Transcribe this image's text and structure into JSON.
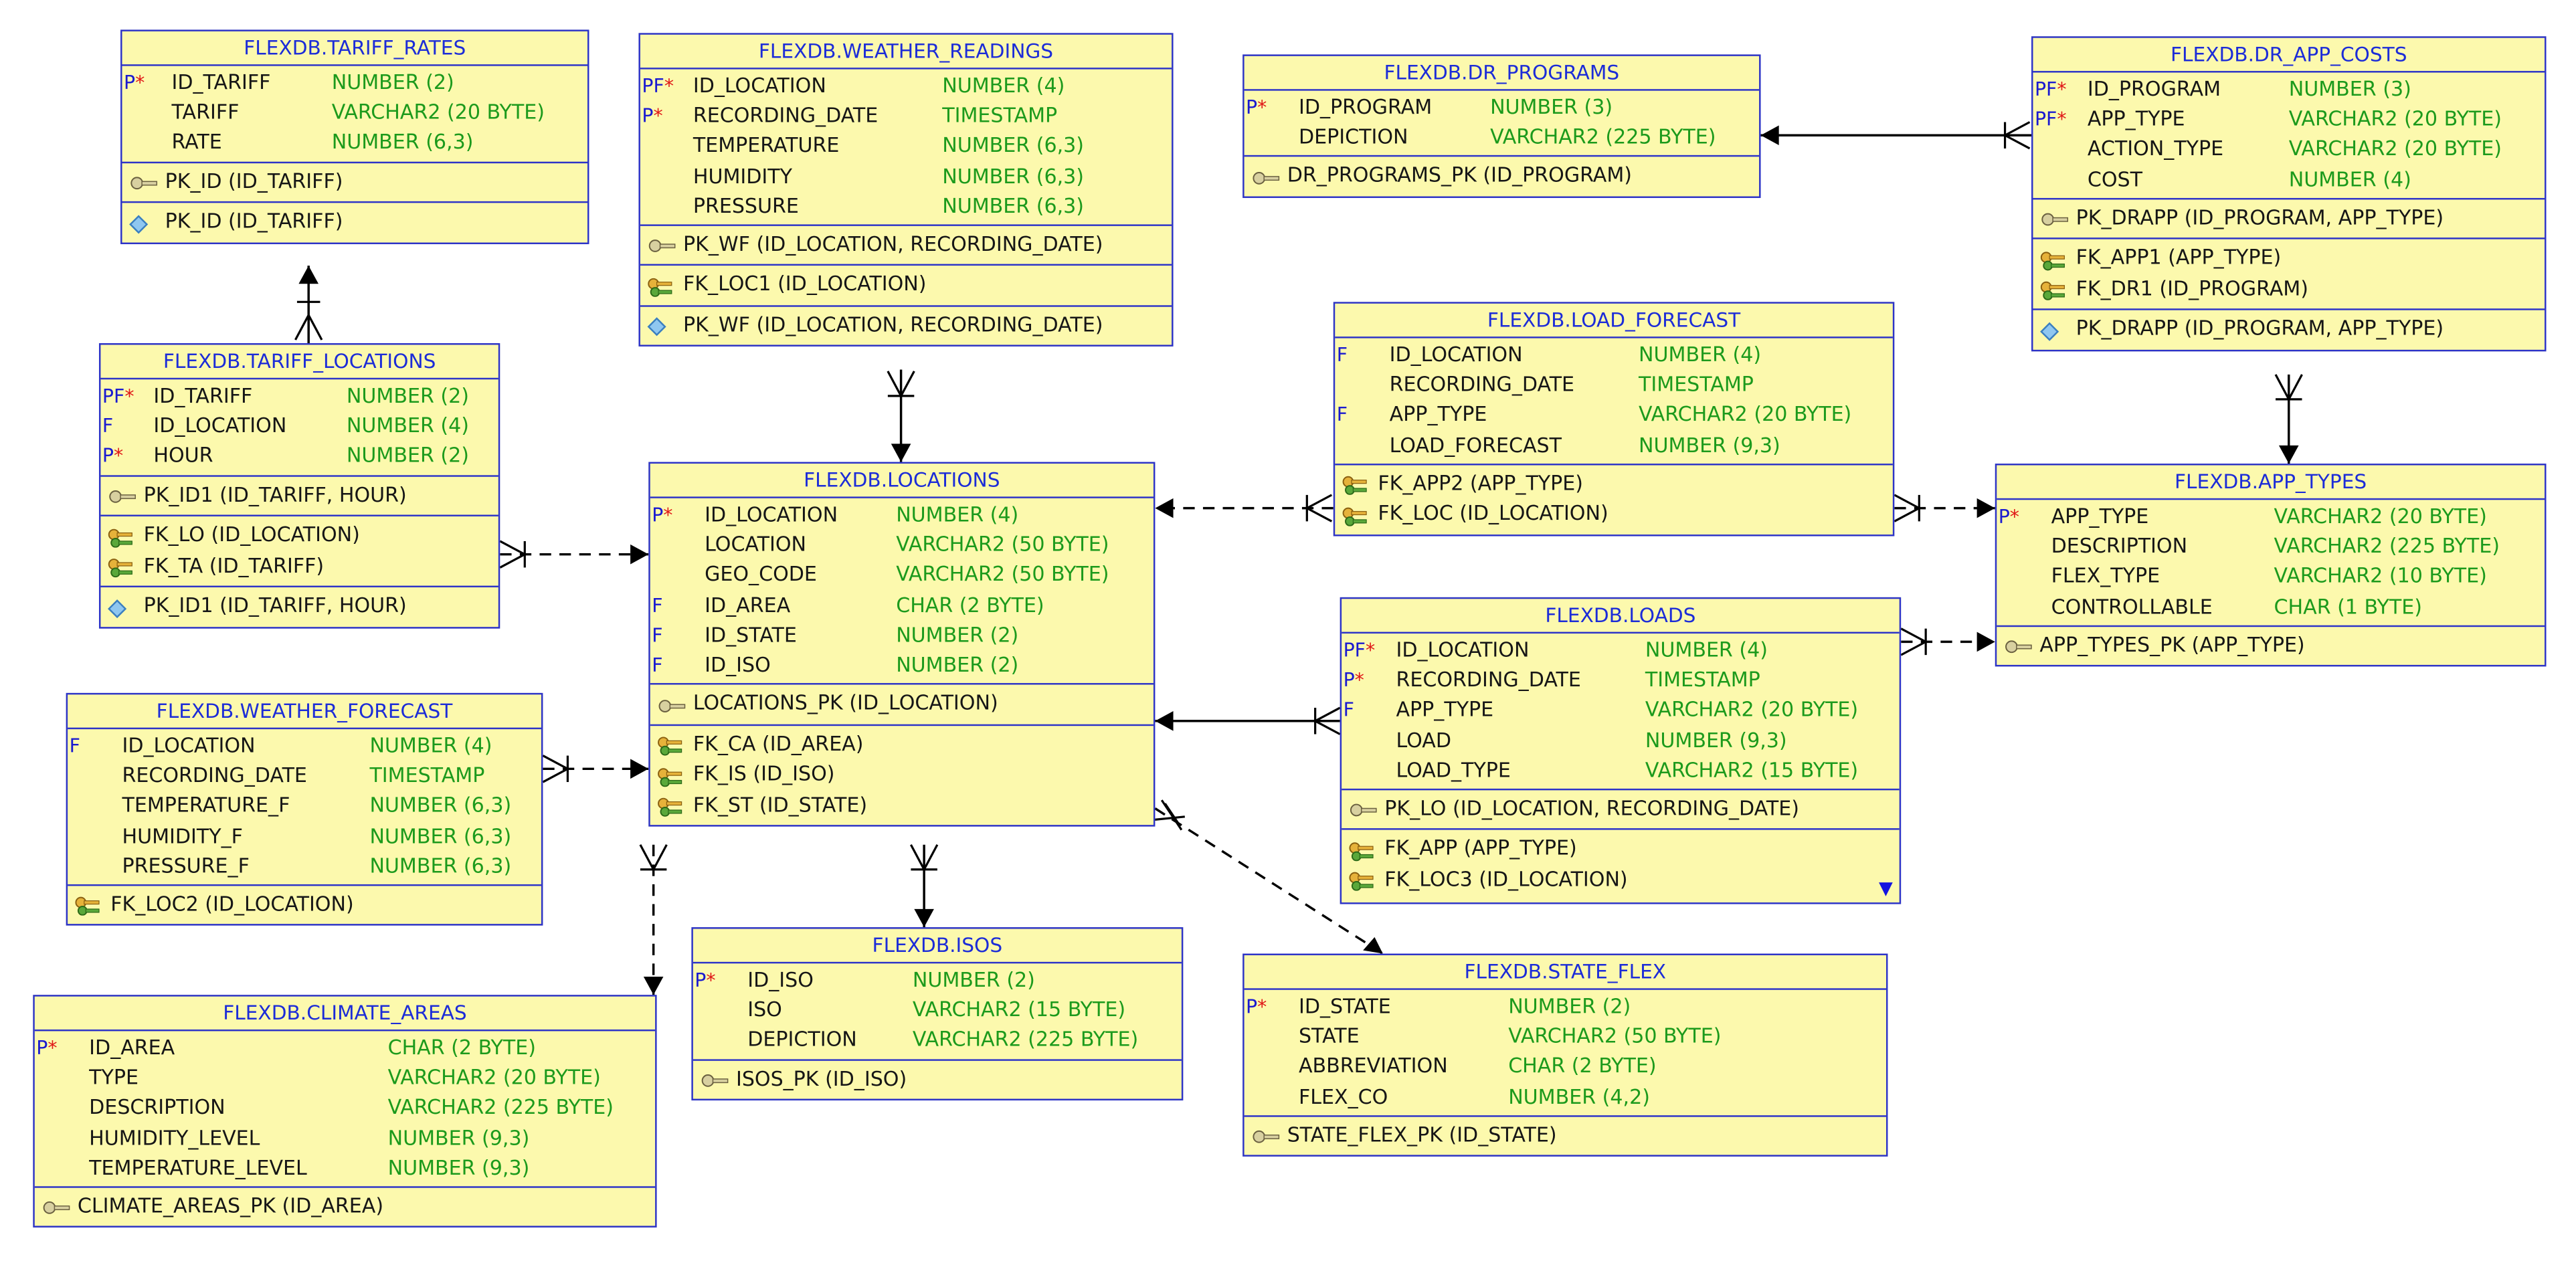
{
  "tables": {
    "tariff_rates": {
      "title": "FLEXDB.TARIFF_RATES",
      "columns": [
        {
          "flag": "P",
          "star": "*",
          "name": "ID_TARIFF",
          "type": "NUMBER (2)"
        },
        {
          "flag": "",
          "star": "",
          "name": "TARIFF",
          "type": "VARCHAR2 (20 BYTE)"
        },
        {
          "flag": "",
          "star": "",
          "name": "RATE",
          "type": "NUMBER (6,3)"
        }
      ],
      "pk": [
        "PK_ID (ID_TARIFF)"
      ],
      "fk": [],
      "idx": [
        "PK_ID (ID_TARIFF)"
      ]
    },
    "weather_readings": {
      "title": "FLEXDB.WEATHER_READINGS",
      "columns": [
        {
          "flag": "PF",
          "star": "*",
          "name": "ID_LOCATION",
          "type": "NUMBER (4)"
        },
        {
          "flag": "P",
          "star": "*",
          "name": "RECORDING_DATE",
          "type": "TIMESTAMP"
        },
        {
          "flag": "",
          "star": "",
          "name": "TEMPERATURE",
          "type": "NUMBER (6,3)"
        },
        {
          "flag": "",
          "star": "",
          "name": "HUMIDITY",
          "type": "NUMBER (6,3)"
        },
        {
          "flag": "",
          "star": "",
          "name": "PRESSURE",
          "type": "NUMBER (6,3)"
        }
      ],
      "pk": [
        "PK_WF (ID_LOCATION, RECORDING_DATE)"
      ],
      "fk": [
        "FK_LOC1 (ID_LOCATION)"
      ],
      "idx": [
        "PK_WF (ID_LOCATION, RECORDING_DATE)"
      ]
    },
    "dr_programs": {
      "title": "FLEXDB.DR_PROGRAMS",
      "columns": [
        {
          "flag": "P",
          "star": "*",
          "name": "ID_PROGRAM",
          "type": "NUMBER (3)"
        },
        {
          "flag": "",
          "star": "",
          "name": "DEPICTION",
          "type": "VARCHAR2 (225 BYTE)"
        }
      ],
      "pk": [
        "DR_PROGRAMS_PK (ID_PROGRAM)"
      ],
      "fk": [],
      "idx": []
    },
    "dr_app_costs": {
      "title": "FLEXDB.DR_APP_COSTS",
      "columns": [
        {
          "flag": "PF",
          "star": "*",
          "name": "ID_PROGRAM",
          "type": "NUMBER (3)"
        },
        {
          "flag": "PF",
          "star": "*",
          "name": "APP_TYPE",
          "type": "VARCHAR2 (20 BYTE)"
        },
        {
          "flag": "",
          "star": "",
          "name": "ACTION_TYPE",
          "type": "VARCHAR2 (20 BYTE)"
        },
        {
          "flag": "",
          "star": "",
          "name": "COST",
          "type": "NUMBER (4)"
        }
      ],
      "pk": [
        "PK_DRAPP (ID_PROGRAM, APP_TYPE)"
      ],
      "fk": [
        "FK_APP1 (APP_TYPE)",
        "FK_DR1 (ID_PROGRAM)"
      ],
      "idx": [
        "PK_DRAPP (ID_PROGRAM, APP_TYPE)"
      ]
    },
    "tariff_locations": {
      "title": "FLEXDB.TARIFF_LOCATIONS",
      "columns": [
        {
          "flag": "PF",
          "star": "*",
          "name": "ID_TARIFF",
          "type": "NUMBER (2)"
        },
        {
          "flag": "F",
          "star": "",
          "name": "ID_LOCATION",
          "type": "NUMBER (4)"
        },
        {
          "flag": "P",
          "star": "*",
          "name": "HOUR",
          "type": "NUMBER (2)"
        }
      ],
      "pk": [
        "PK_ID1 (ID_TARIFF, HOUR)"
      ],
      "fk": [
        "FK_LO (ID_LOCATION)",
        "FK_TA (ID_TARIFF)"
      ],
      "idx": [
        "PK_ID1 (ID_TARIFF, HOUR)"
      ]
    },
    "load_forecast": {
      "title": "FLEXDB.LOAD_FORECAST",
      "columns": [
        {
          "flag": "F",
          "star": "",
          "name": "ID_LOCATION",
          "type": "NUMBER (4)"
        },
        {
          "flag": "",
          "star": "",
          "name": "RECORDING_DATE",
          "type": "TIMESTAMP"
        },
        {
          "flag": "F",
          "star": "",
          "name": "APP_TYPE",
          "type": "VARCHAR2 (20 BYTE)"
        },
        {
          "flag": "",
          "star": "",
          "name": "LOAD_FORECAST",
          "type": "NUMBER (9,3)"
        }
      ],
      "pk": [],
      "fk": [
        "FK_APP2 (APP_TYPE)",
        "FK_LOC (ID_LOCATION)"
      ],
      "idx": []
    },
    "locations": {
      "title": "FLEXDB.LOCATIONS",
      "columns": [
        {
          "flag": "P",
          "star": "*",
          "name": "ID_LOCATION",
          "type": "NUMBER (4)"
        },
        {
          "flag": "",
          "star": "",
          "name": "LOCATION",
          "type": "VARCHAR2 (50 BYTE)"
        },
        {
          "flag": "",
          "star": "",
          "name": "GEO_CODE",
          "type": "VARCHAR2 (50 BYTE)"
        },
        {
          "flag": "F",
          "star": "",
          "name": "ID_AREA",
          "type": "CHAR (2 BYTE)"
        },
        {
          "flag": "F",
          "star": "",
          "name": "ID_STATE",
          "type": "NUMBER (2)"
        },
        {
          "flag": "F",
          "star": "",
          "name": "ID_ISO",
          "type": "NUMBER (2)"
        }
      ],
      "pk": [
        "LOCATIONS_PK (ID_LOCATION)"
      ],
      "fk": [
        "FK_CA (ID_AREA)",
        "FK_IS (ID_ISO)",
        "FK_ST (ID_STATE)"
      ],
      "idx": []
    },
    "app_types": {
      "title": "FLEXDB.APP_TYPES",
      "columns": [
        {
          "flag": "P",
          "star": "*",
          "name": "APP_TYPE",
          "type": "VARCHAR2 (20 BYTE)"
        },
        {
          "flag": "",
          "star": "",
          "name": "DESCRIPTION",
          "type": "VARCHAR2 (225 BYTE)"
        },
        {
          "flag": "",
          "star": "",
          "name": "FLEX_TYPE",
          "type": "VARCHAR2 (10 BYTE)"
        },
        {
          "flag": "",
          "star": "",
          "name": "CONTROLLABLE",
          "type": "CHAR (1 BYTE)"
        }
      ],
      "pk": [
        "APP_TYPES_PK (APP_TYPE)"
      ],
      "fk": [],
      "idx": []
    },
    "loads": {
      "title": "FLEXDB.LOADS",
      "columns": [
        {
          "flag": "PF",
          "star": "*",
          "name": "ID_LOCATION",
          "type": "NUMBER (4)"
        },
        {
          "flag": "P",
          "star": "*",
          "name": "RECORDING_DATE",
          "type": "TIMESTAMP"
        },
        {
          "flag": "F",
          "star": "",
          "name": "APP_TYPE",
          "type": "VARCHAR2 (20 BYTE)"
        },
        {
          "flag": "",
          "star": "",
          "name": "LOAD",
          "type": "NUMBER (9,3)"
        },
        {
          "flag": "",
          "star": "",
          "name": "LOAD_TYPE",
          "type": "VARCHAR2 (15 BYTE)"
        }
      ],
      "pk": [
        "PK_LO (ID_LOCATION, RECORDING_DATE)"
      ],
      "fk": [
        "FK_APP (APP_TYPE)",
        "FK_LOC3 (ID_LOCATION)"
      ],
      "idx": []
    },
    "weather_forecast": {
      "title": "FLEXDB.WEATHER_FORECAST",
      "columns": [
        {
          "flag": "F",
          "star": "",
          "name": "ID_LOCATION",
          "type": "NUMBER (4)"
        },
        {
          "flag": "",
          "star": "",
          "name": "RECORDING_DATE",
          "type": "TIMESTAMP"
        },
        {
          "flag": "",
          "star": "",
          "name": "TEMPERATURE_F",
          "type": "NUMBER (6,3)"
        },
        {
          "flag": "",
          "star": "",
          "name": "HUMIDITY_F",
          "type": "NUMBER (6,3)"
        },
        {
          "flag": "",
          "star": "",
          "name": "PRESSURE_F",
          "type": "NUMBER (6,3)"
        }
      ],
      "pk": [],
      "fk": [
        "FK_LOC2 (ID_LOCATION)"
      ],
      "idx": []
    },
    "isos": {
      "title": "FLEXDB.ISOS",
      "columns": [
        {
          "flag": "P",
          "star": "*",
          "name": "ID_ISO",
          "type": "NUMBER (2)"
        },
        {
          "flag": "",
          "star": "",
          "name": "ISO",
          "type": "VARCHAR2 (15 BYTE)"
        },
        {
          "flag": "",
          "star": "",
          "name": "DEPICTION",
          "type": "VARCHAR2 (225 BYTE)"
        }
      ],
      "pk": [
        "ISOS_PK (ID_ISO)"
      ],
      "fk": [],
      "idx": []
    },
    "state_flex": {
      "title": "FLEXDB.STATE_FLEX",
      "columns": [
        {
          "flag": "P",
          "star": "*",
          "name": "ID_STATE",
          "type": "NUMBER (2)"
        },
        {
          "flag": "",
          "star": "",
          "name": "STATE",
          "type": "VARCHAR2 (50 BYTE)"
        },
        {
          "flag": "",
          "star": "",
          "name": "ABBREVIATION",
          "type": "CHAR (2 BYTE)"
        },
        {
          "flag": "",
          "star": "",
          "name": "FLEX_CO",
          "type": "NUMBER (4,2)"
        }
      ],
      "pk": [
        "STATE_FLEX_PK (ID_STATE)"
      ],
      "fk": [],
      "idx": []
    },
    "climate_areas": {
      "title": "FLEXDB.CLIMATE_AREAS",
      "columns": [
        {
          "flag": "P",
          "star": "*",
          "name": "ID_AREA",
          "type": "CHAR (2 BYTE)"
        },
        {
          "flag": "",
          "star": "",
          "name": "TYPE",
          "type": "VARCHAR2 (20 BYTE)"
        },
        {
          "flag": "",
          "star": "",
          "name": "DESCRIPTION",
          "type": "VARCHAR2 (225 BYTE)"
        },
        {
          "flag": "",
          "star": "",
          "name": "HUMIDITY_LEVEL",
          "type": "NUMBER (9,3)"
        },
        {
          "flag": "",
          "star": "",
          "name": "TEMPERATURE_LEVEL",
          "type": "NUMBER (9,3)"
        }
      ],
      "pk": [
        "CLIMATE_AREAS_PK (ID_AREA)"
      ],
      "fk": [],
      "idx": []
    }
  },
  "relationships": [
    {
      "from": "tariff_locations",
      "to": "tariff_rates",
      "style": "solid"
    },
    {
      "from": "weather_readings",
      "to": "locations",
      "style": "solid"
    },
    {
      "from": "dr_app_costs",
      "to": "dr_programs",
      "style": "solid"
    },
    {
      "from": "dr_app_costs",
      "to": "app_types",
      "style": "solid"
    },
    {
      "from": "tariff_locations",
      "to": "locations",
      "style": "dashed"
    },
    {
      "from": "load_forecast",
      "to": "locations",
      "style": "dashed"
    },
    {
      "from": "load_forecast",
      "to": "app_types",
      "style": "dashed"
    },
    {
      "from": "loads",
      "to": "locations",
      "style": "solid"
    },
    {
      "from": "loads",
      "to": "app_types",
      "style": "dashed"
    },
    {
      "from": "weather_forecast",
      "to": "locations",
      "style": "dashed"
    },
    {
      "from": "locations",
      "to": "isos",
      "style": "solid"
    },
    {
      "from": "locations",
      "to": "state_flex",
      "style": "dashed"
    },
    {
      "from": "locations",
      "to": "climate_areas",
      "style": "dashed"
    }
  ],
  "colors": {
    "table_fill": "#fcf9ad",
    "table_border": "#2d34c8",
    "title_text": "#1c2cd8",
    "type_text": "#1c9a1c",
    "pk_flag": "#1a1ad0",
    "required_star": "#e01818",
    "connector": "#000000"
  },
  "icons": {
    "pk": "key-icon",
    "fk": "foreign-key-icon",
    "idx": "index-diamond-icon"
  }
}
